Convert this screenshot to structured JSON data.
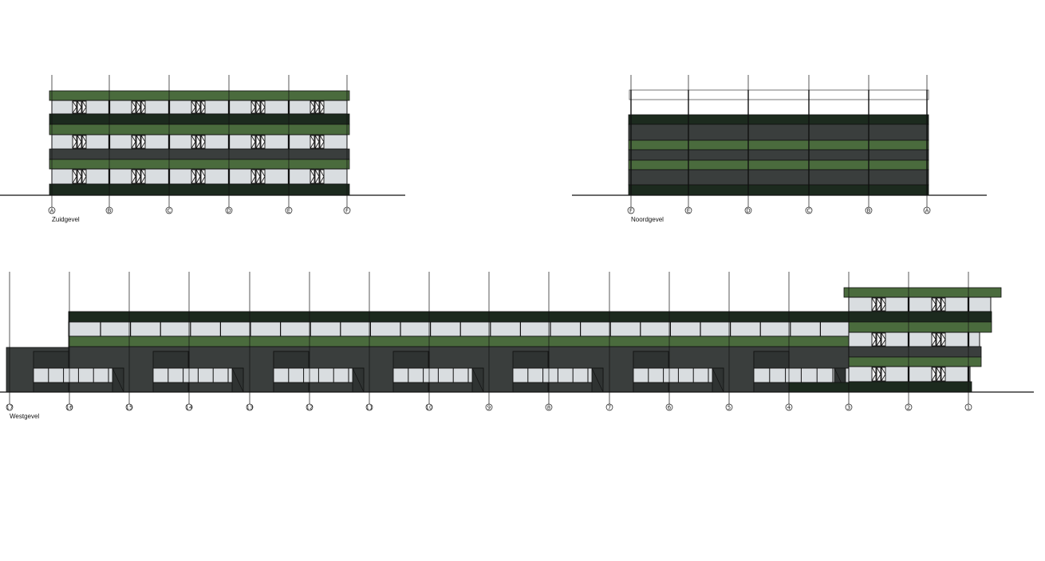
{
  "views": {
    "zuid": {
      "label": "Zuidgevel",
      "grid": [
        "A",
        "B",
        "C",
        "D",
        "E",
        "F"
      ]
    },
    "noord": {
      "label": "Noordgevel",
      "grid": [
        "F",
        "E",
        "D",
        "C",
        "B",
        "A"
      ]
    },
    "west": {
      "label": "Westgevel",
      "grid": [
        "17",
        "16",
        "15",
        "14",
        "13",
        "12",
        "11",
        "10",
        "9",
        "8",
        "7",
        "6",
        "5",
        "4",
        "3",
        "2",
        "1"
      ]
    }
  },
  "colors": {
    "green": "#4a6b3d",
    "dark": "#1c2a1e",
    "charcoal": "#3a3e3d",
    "glass": "#d9dde0",
    "line": "#111111"
  }
}
